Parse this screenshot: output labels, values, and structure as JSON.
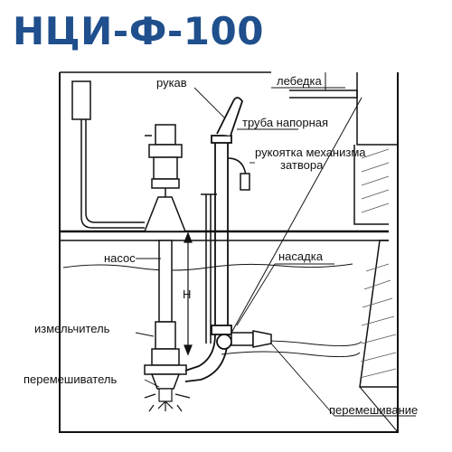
{
  "title": "НЦИ-Ф-100",
  "labels": {
    "hose": "рукав",
    "winch": "лебедка",
    "pressure_pipe": "труба напорная",
    "valve_handle_1": "рукоятка механизма",
    "valve_handle_2": "затвора",
    "pump": "насос",
    "nozzle": "насадка",
    "height": "H",
    "grinder": "измельчитель",
    "agitator": "перемешиватель",
    "mixing": "перемешивание"
  },
  "colors": {
    "title": "#1f4f8c",
    "ink": "#111111"
  }
}
